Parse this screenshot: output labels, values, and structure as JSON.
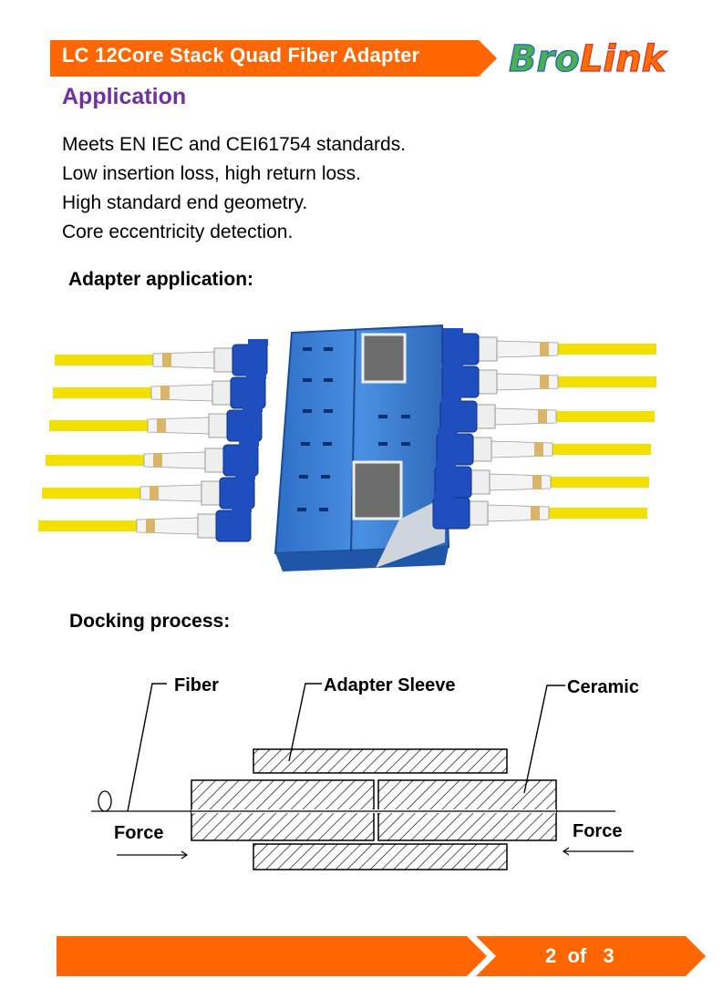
{
  "header": {
    "title": "LC 12Core Stack Quad Fiber Adapter",
    "logo_text_1": "Bro",
    "logo_text_2": "Link",
    "logo_colors": [
      "#4caf50",
      "#e53935",
      "#ffb300",
      "#1e88e5"
    ]
  },
  "section": {
    "heading": "Application",
    "lines": [
      "Meets EN IEC and CEI61754 standards.",
      "Low insertion loss, high return loss.",
      "High standard end geometry.",
      "Core eccentricity  detection."
    ]
  },
  "adapter": {
    "heading": "Adapter application:"
  },
  "docking": {
    "heading": "Docking process:",
    "labels": {
      "fiber": "Fiber",
      "sleeve": "Adapter Sleeve",
      "ceramic": "Ceramic",
      "force_left": "Force",
      "force_right": "Force"
    }
  },
  "footer": {
    "page": "2  of   3"
  },
  "colors": {
    "accent": "#ff6600",
    "heading_purple": "#7030a0",
    "adapter_blue": "#3a7fd5",
    "fiber_yellow": "#f5e400"
  }
}
